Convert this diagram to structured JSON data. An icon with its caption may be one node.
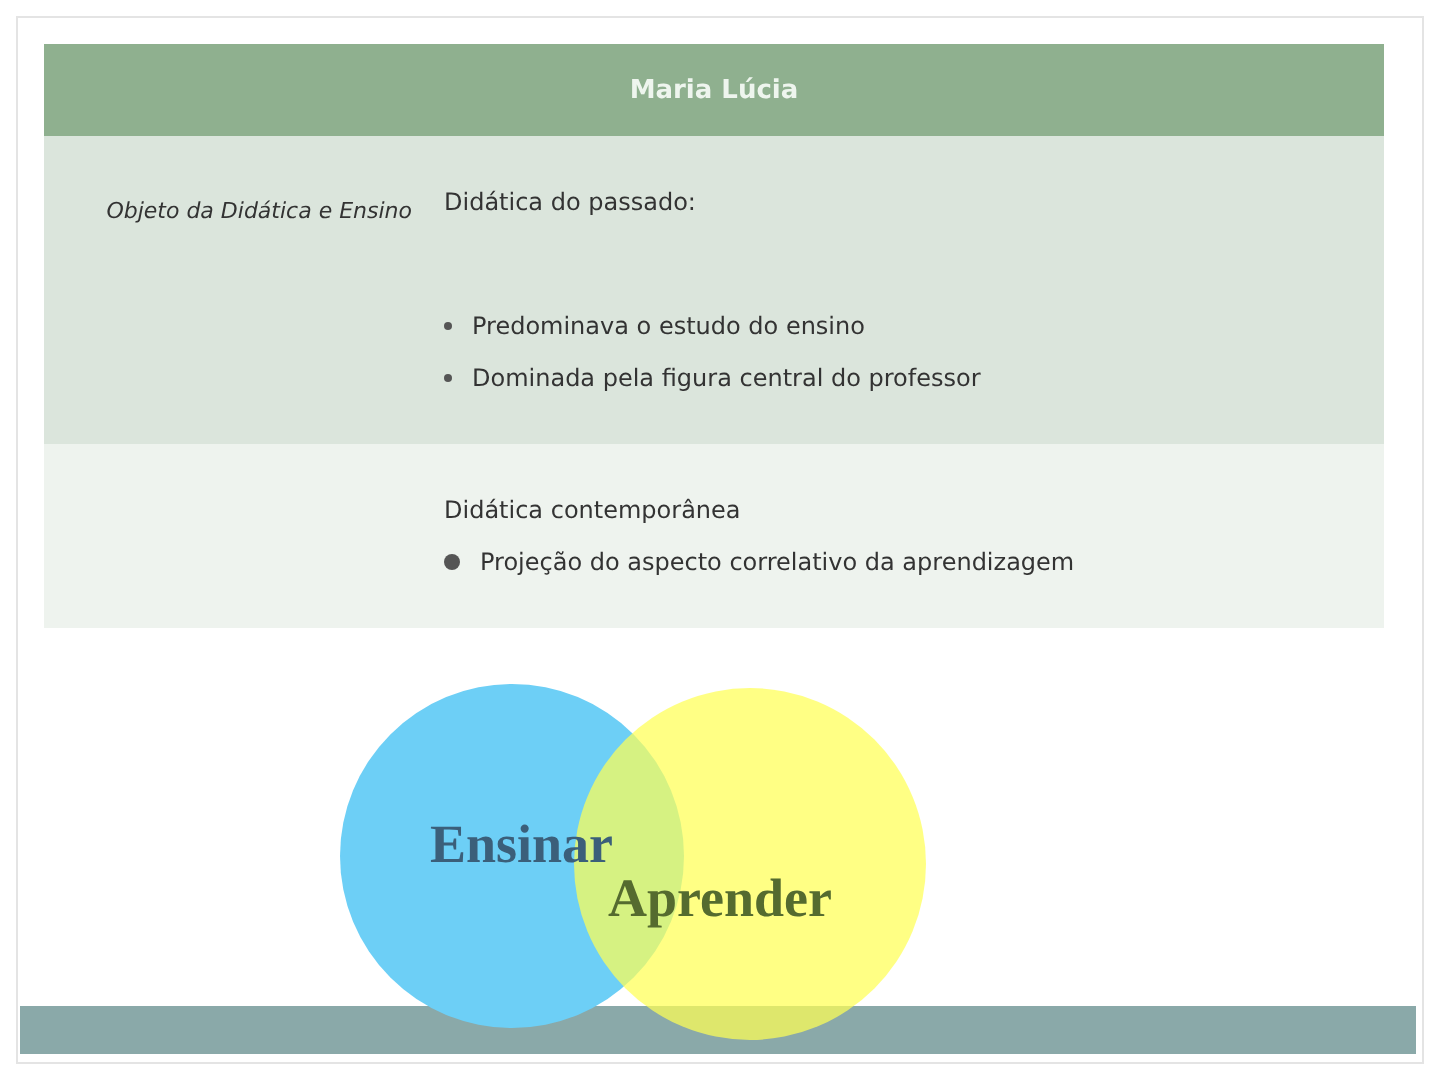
{
  "diagram": {
    "title": "Maria Lúcia",
    "nodes": [
      {
        "text": [
          "Ensinar"
        ]
      },
      {
        "text": [
          "Aprender"
        ]
      }
    ],
    "labels": [
      "Objeto da Didática e Ensino",
      "Didática do passado:",
      "Predominava o estudo do ensino",
      "Dominada pela figura central do professor",
      "Didática contemporânea",
      "Projeção do aspecto correlativo da aprendizagem"
    ]
  }
}
